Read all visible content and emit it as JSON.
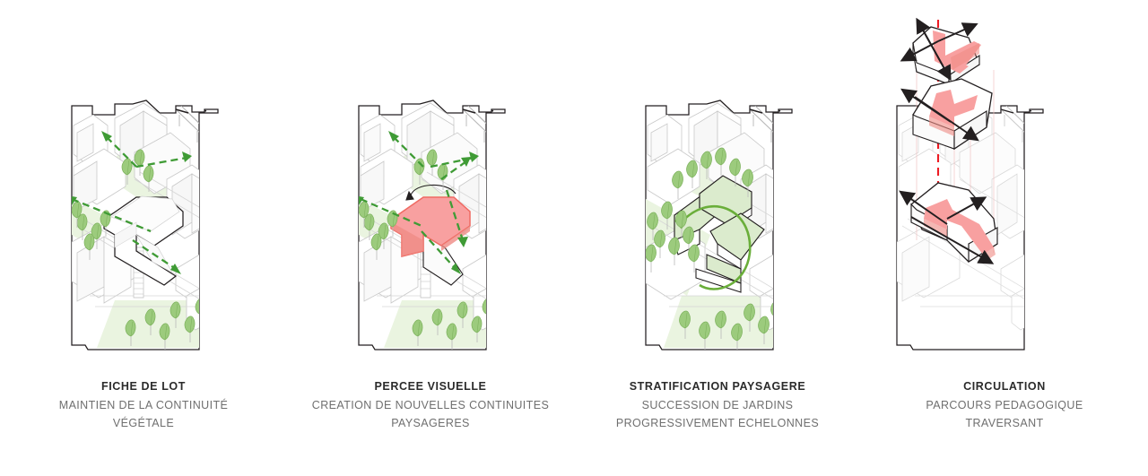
{
  "figure": {
    "type": "architectural-concept-diagram-series",
    "background_color": "#ffffff",
    "panel_count": 4,
    "projection": "axonometric site diagrams"
  },
  "palette": {
    "outline_dark": "#231f20",
    "outline_light": "#c9c9c9",
    "outline_mid": "#9a9a9a",
    "green_arrow": "#3f9b35",
    "green_tree": "#9ccb7d",
    "green_tree_dark": "#7cb15c",
    "green_lawn": "#eaf4e0",
    "green_roof": "#dbebcd",
    "pink_fill": "#f8a0a0",
    "pink_stroke": "#ef6a62",
    "red_dashed": "#ed1c24",
    "caption_title": "#2b2b2b",
    "caption_sub": "#6f6f6f"
  },
  "panels": [
    {
      "id": "panel-1",
      "index": 1,
      "title": "FICHE DE LOT",
      "subtitle_lines": [
        "MAINTIEN DE LA CONTINUITÉ",
        "VÉGÉTALE"
      ],
      "concept": "maintaining vegetal continuity across the site",
      "annotations": {
        "green_dashed_arrows": 4,
        "trees": 14,
        "highlighted_building_outline": true,
        "building_fill": "none"
      }
    },
    {
      "id": "panel-2",
      "index": 2,
      "title": "PERCEE VISUELLE",
      "subtitle_lines": [
        "CREATION DE NOUVELLES CONTINUITES",
        "PAYSAGERES"
      ],
      "concept": "new landscape view corridors radiating from the volume",
      "annotations": {
        "green_dashed_arrows": 6,
        "trees": 14,
        "highlighted_building_outline": true,
        "building_fill": "#f8a0a0",
        "rotation_arc": true
      }
    },
    {
      "id": "panel-3",
      "index": 3,
      "title": "STRATIFICATION PAYSAGERE",
      "subtitle_lines": [
        "SUCCESSION DE JARDINS",
        "PROGRESSIVEMENT ECHELONNES"
      ],
      "concept": "succession of progressively stepped gardens",
      "annotations": {
        "curved_green_arrow": true,
        "trees": 22,
        "green_roof_terraces": 3,
        "building_fill": "#dbebcd"
      }
    },
    {
      "id": "panel-4",
      "index": 4,
      "title": "CIRCULATION",
      "subtitle_lines": [
        "PARCOURS PEDAGOGIQUE",
        "TRAVERSANT"
      ],
      "concept": "exploded floor plates with a through educational circulation route",
      "annotations": {
        "exploded_levels": 3,
        "pink_circulation_paths": 3,
        "black_double_arrows": 6,
        "vertical_red_dashed_axis": true,
        "building_fill": "#f8a0a0"
      }
    }
  ]
}
